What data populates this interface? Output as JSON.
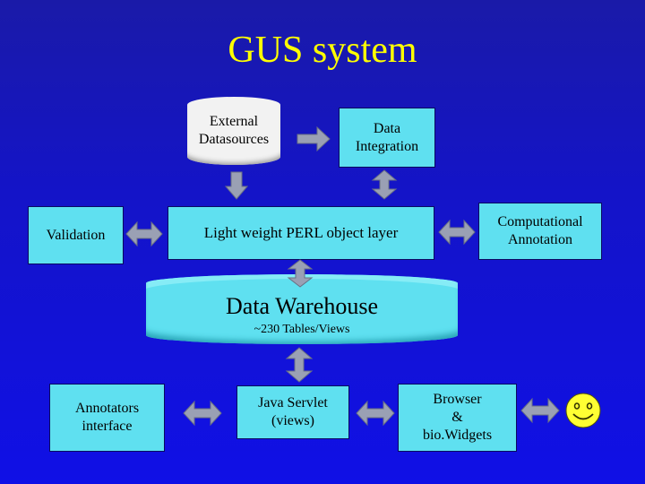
{
  "title": "GUS system",
  "nodes": {
    "external_datasources": "External\nDatasources",
    "data_integration": "Data\nIntegration",
    "validation": "Validation",
    "perl_layer": "Light weight PERL object layer",
    "computational_annotation": "Computational\nAnnotation",
    "data_warehouse": "Data Warehouse",
    "data_warehouse_sub": "~230 Tables/Views",
    "annotators_interface": "Annotators\ninterface",
    "java_servlet": "Java Servlet\n(views)",
    "browser": "Browser\n&\nbio.Widgets"
  },
  "colors": {
    "background": "#1414c8",
    "title": "#ffff00",
    "box": "#5fe0f0",
    "arrow": "#9aa0b4",
    "smiley": "#ffff33"
  },
  "icons": {
    "user": "smiley-face-icon"
  }
}
